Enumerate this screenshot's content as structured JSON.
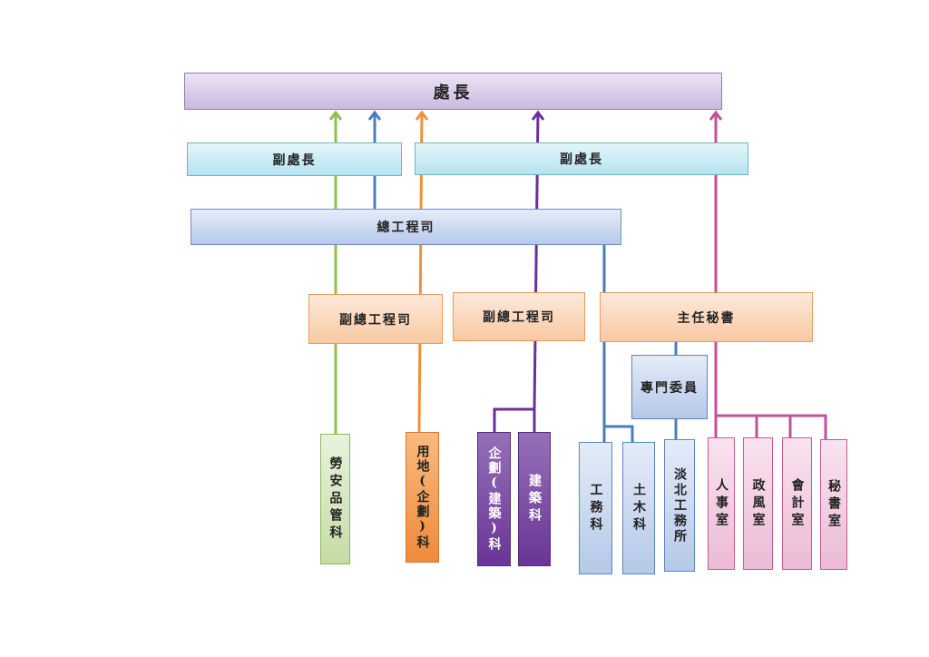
{
  "colors": {
    "green_line": "#8cc152",
    "blue_line": "#4a7ebb",
    "orange_line": "#f0903c",
    "purple_line": "#6a2f9a",
    "magenta_line": "#c2509a"
  },
  "org": {
    "director": "處長",
    "deputy_left": "副處長",
    "deputy_right": "副處長",
    "chief_engineer": "總工程司",
    "deputy_chief_left": "副總工程司",
    "deputy_chief_middle": "副總工程司",
    "secretary_general": "主任秘書",
    "specialist": "專門委員",
    "units": {
      "labor_safety": "勞安品管科",
      "land": "用地(企劃)科",
      "planning": "企劃(建築)科",
      "architecture": "建築科",
      "works": "工務科",
      "civil": "土木科",
      "danbei_office": "淡北工務所",
      "personnel": "人事室",
      "ethics": "政風室",
      "accounting": "會計室",
      "secretariat": "秘書室"
    }
  }
}
